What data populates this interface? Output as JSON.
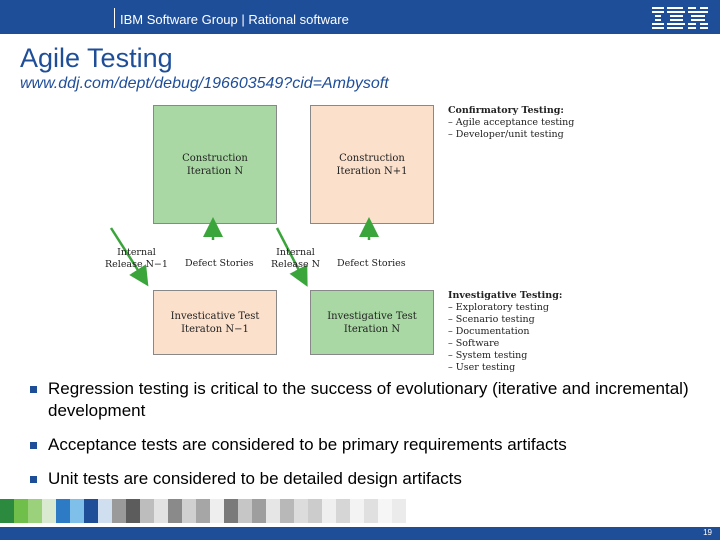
{
  "header": {
    "text": "IBM Software Group | Rational software",
    "logo_text": "IBM"
  },
  "slide": {
    "title": "Agile Testing",
    "subtitle": "www.ddj.com/dept/debug/196603549?cid=Ambysoft"
  },
  "diagram": {
    "boxes": [
      {
        "label_line1": "Construction",
        "label_line2": "Iteration N",
        "color": "#a9d8a4"
      },
      {
        "label_line1": "Construction",
        "label_line2": "Iteration N+1",
        "color": "#fbe0cc"
      },
      {
        "label_line1": "Investicative Test",
        "label_line2": "Iteraton N−1",
        "color": "#fbe0cc"
      },
      {
        "label_line1": "Investigative Test",
        "label_line2": "Iteration N",
        "color": "#a9d8a4"
      }
    ],
    "labels": {
      "release_prev_line1": "Internal",
      "release_prev_line2": "Release N−1",
      "defect_stories_1": "Defect Stories",
      "release_n_line1": "Internal",
      "release_n_line2": "Release N",
      "defect_stories_2": "Defect Stories"
    },
    "confirmatory": {
      "heading": "Confirmatory Testing:",
      "items": [
        "Agile acceptance testing",
        "Developer/unit testing"
      ]
    },
    "investigative": {
      "heading": "Investigative Testing:",
      "items": [
        "Exploratory testing",
        "Scenario testing",
        "Documentation",
        "Software",
        "System testing",
        "User testing"
      ]
    }
  },
  "bullets": [
    "Regression testing is critical to the success of evolutionary (iterative and incremental) development",
    "Acceptance tests are considered to be primary requirements artifacts",
    "Unit tests are considered to be detailed design artifacts"
  ],
  "footer": {
    "page_number": "19"
  },
  "colors": {
    "brand_blue": "#1f4e99",
    "green_box": "#a9d8a4",
    "peach_box": "#fbe0cc"
  }
}
